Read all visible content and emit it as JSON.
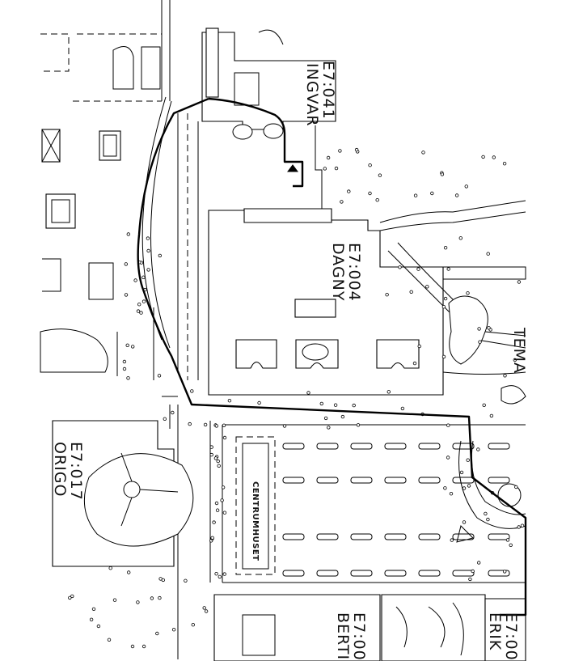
{
  "map": {
    "buildings": [
      {
        "id": "ingvar",
        "code": "E7:041",
        "name": "INGVAR"
      },
      {
        "id": "dagny",
        "code": "E7:004",
        "name": "DAGNY"
      },
      {
        "id": "origo",
        "code": "E7:017",
        "name": "ORIGO"
      },
      {
        "id": "bertil",
        "code": "E7:00",
        "name": "BERTI"
      },
      {
        "id": "erik",
        "code": "E7:00",
        "name": "ERIK"
      }
    ],
    "area_labels": {
      "centrum": "CENTRUMHUSET",
      "tema": "TEMA"
    },
    "route": {
      "description_visible": false
    }
  }
}
